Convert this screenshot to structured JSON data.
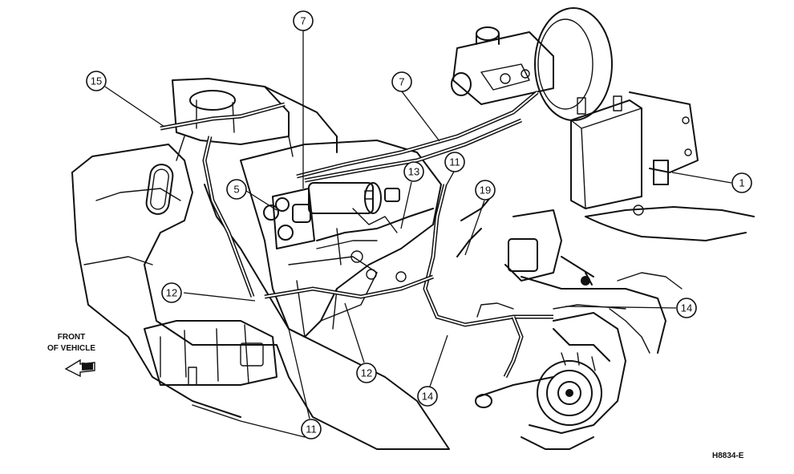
{
  "front_label": {
    "line1": "FRONT",
    "line2": "OF VEHICLE"
  },
  "figure_id": "H8834-E",
  "callouts": [
    "1",
    "5",
    "7",
    "7",
    "11",
    "11",
    "12",
    "12",
    "13",
    "14",
    "14",
    "15",
    "19"
  ]
}
